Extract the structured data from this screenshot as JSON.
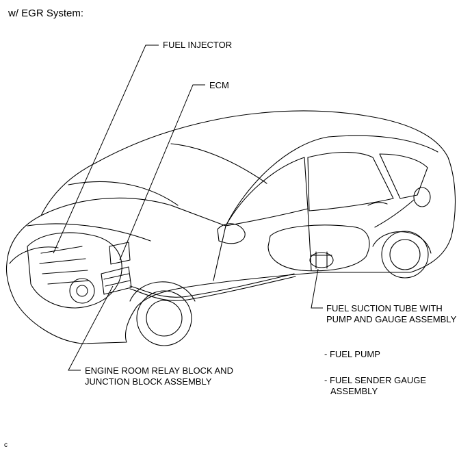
{
  "header": {
    "title": "w/ EGR System:"
  },
  "labels": {
    "fuel_injector": "FUEL INJECTOR",
    "ecm": "ECM",
    "relay_block_line1": "ENGINE ROOM RELAY BLOCK AND",
    "relay_block_line2": "JUNCTION BLOCK ASSEMBLY",
    "suction_tube_line1": "FUEL SUCTION TUBE WITH",
    "suction_tube_line2": "PUMP AND GAUGE ASSEMBLY",
    "fuel_pump": "- FUEL PUMP",
    "sender_gauge_line1": "- FUEL SENDER GAUGE",
    "sender_gauge_line2": "ASSEMBLY"
  },
  "footer": {
    "code": "c"
  }
}
